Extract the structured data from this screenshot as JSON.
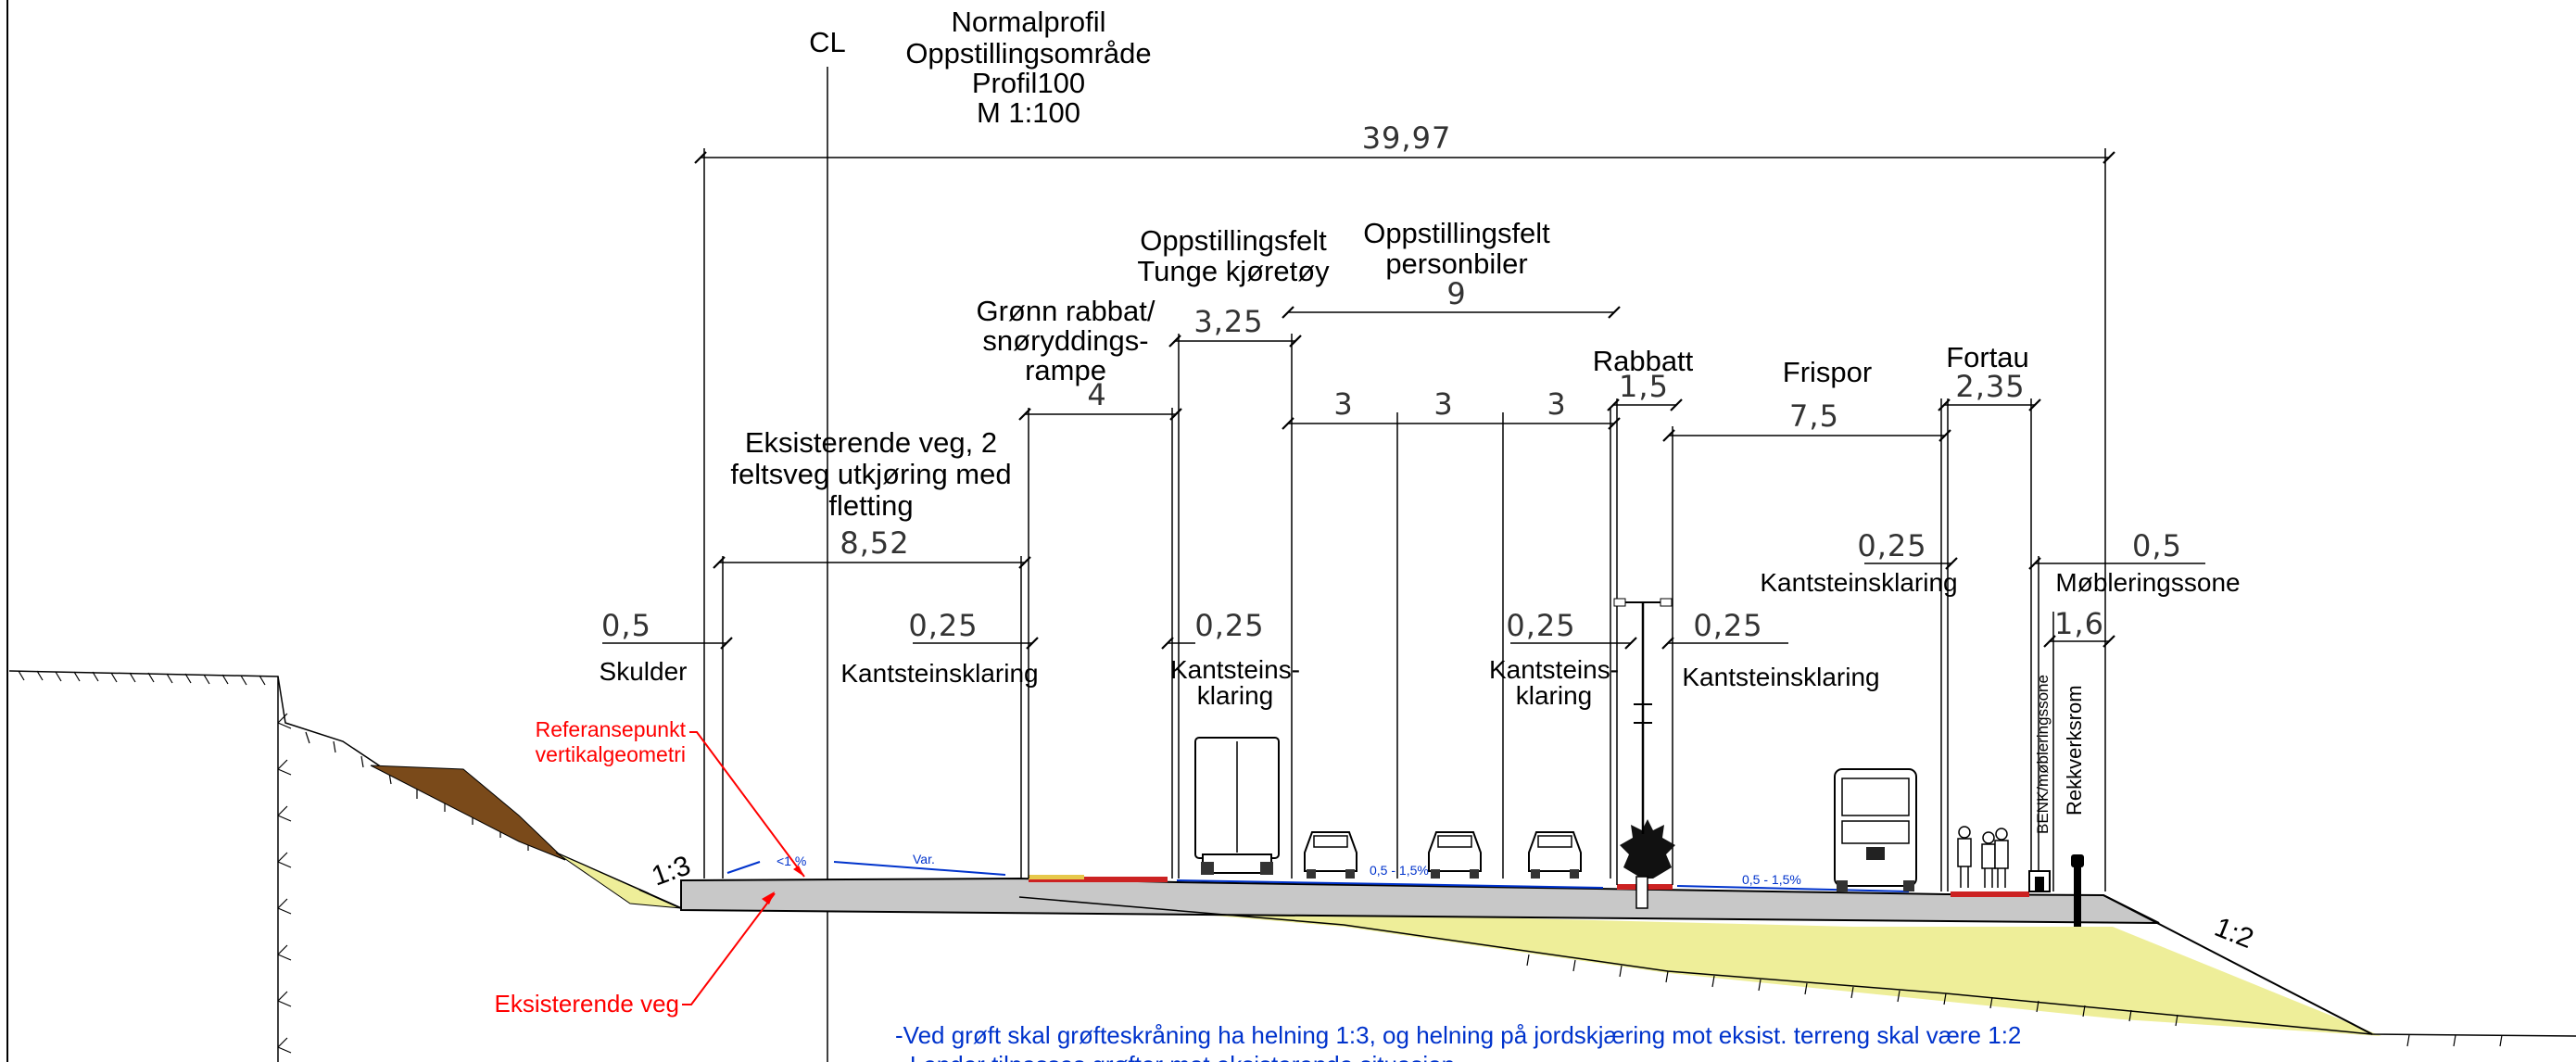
{
  "title": {
    "line1": "Normalprofil",
    "line2": "Oppstillingsområde",
    "line3": "Profil100",
    "line4": "M 1:100"
  },
  "centerline_label": "CL",
  "dimensions": {
    "total": "39,97",
    "existing_road": "8,52",
    "green_verge": "4",
    "heavy_vehicles": "3,25",
    "cars_total": "9",
    "lane1": "3",
    "lane2": "3",
    "lane3": "3",
    "rabbatt": "1,5",
    "frispor": "7,5",
    "fortau": "2,35",
    "shoulder": "0,5",
    "clearance_a": "0,25",
    "clearance_b": "0,25",
    "clearance_c": "0,25",
    "clearance_d": "0,25",
    "clearance_e": "0,25",
    "furniture_zone": "0,5",
    "barrier_zone": "1,6"
  },
  "section_labels": {
    "existing_road_l1": "Eksisterende veg, 2",
    "existing_road_l2": "feltsveg utkjøring med",
    "existing_road_l3": "fletting",
    "green_l1": "Grønn rabbat/",
    "green_l2": "snøryddings-",
    "green_l3": "rampe",
    "heavy_l1": "Oppstillingsfelt",
    "heavy_l2": "Tunge kjøretøy",
    "cars_l1": "Oppstillingsfelt",
    "cars_l2": "personbiler",
    "rabbatt": "Rabbatt",
    "frispor": "Frispor",
    "fortau": "Fortau"
  },
  "sub_labels": {
    "skulder": "Skulder",
    "kantsteinsklaring_1": "Kantsteinsklaring",
    "kantsteins_2a": "Kantsteins-",
    "kantsteins_2b": "klaring",
    "kantsteins_3a": "Kantsteins-",
    "kantsteins_3b": "klaring",
    "kantsteinsklaring_4": "Kantsteinsklaring",
    "kantsteinsklaring_5": "Kantsteinsklaring",
    "mobleringssone": "Møbleringssone",
    "benk": "BENK/møbleringssone",
    "rekkverksrom": "Rekkverksrom"
  },
  "slopes": {
    "left": "1:3",
    "right": "1:2"
  },
  "crossfall": {
    "left_a": "<1 %",
    "left_b": "Var.",
    "mid": "0,5 - 1,5%",
    "right": "0,5 - 1,5%"
  },
  "annotations": {
    "ref_l1": "Referansepunkt",
    "ref_l2": "vertikalgeometri",
    "existing": "Eksisterende veg"
  },
  "notes": {
    "line1": "-Ved grøft skal grøfteskråning ha helning 1:3, og helning på jordskjæring mot eksist. terreng skal være 1:2",
    "line2": "- Lender tilpasses grøfter mot eksisterende situasjon"
  },
  "colors": {
    "road": "#c8c8c8",
    "fill": "#eeee99",
    "soil": "#7a4a1a",
    "curb": "#cc2222",
    "annotation_red": "#ff0000",
    "annotation_blue": "#0033cc"
  }
}
